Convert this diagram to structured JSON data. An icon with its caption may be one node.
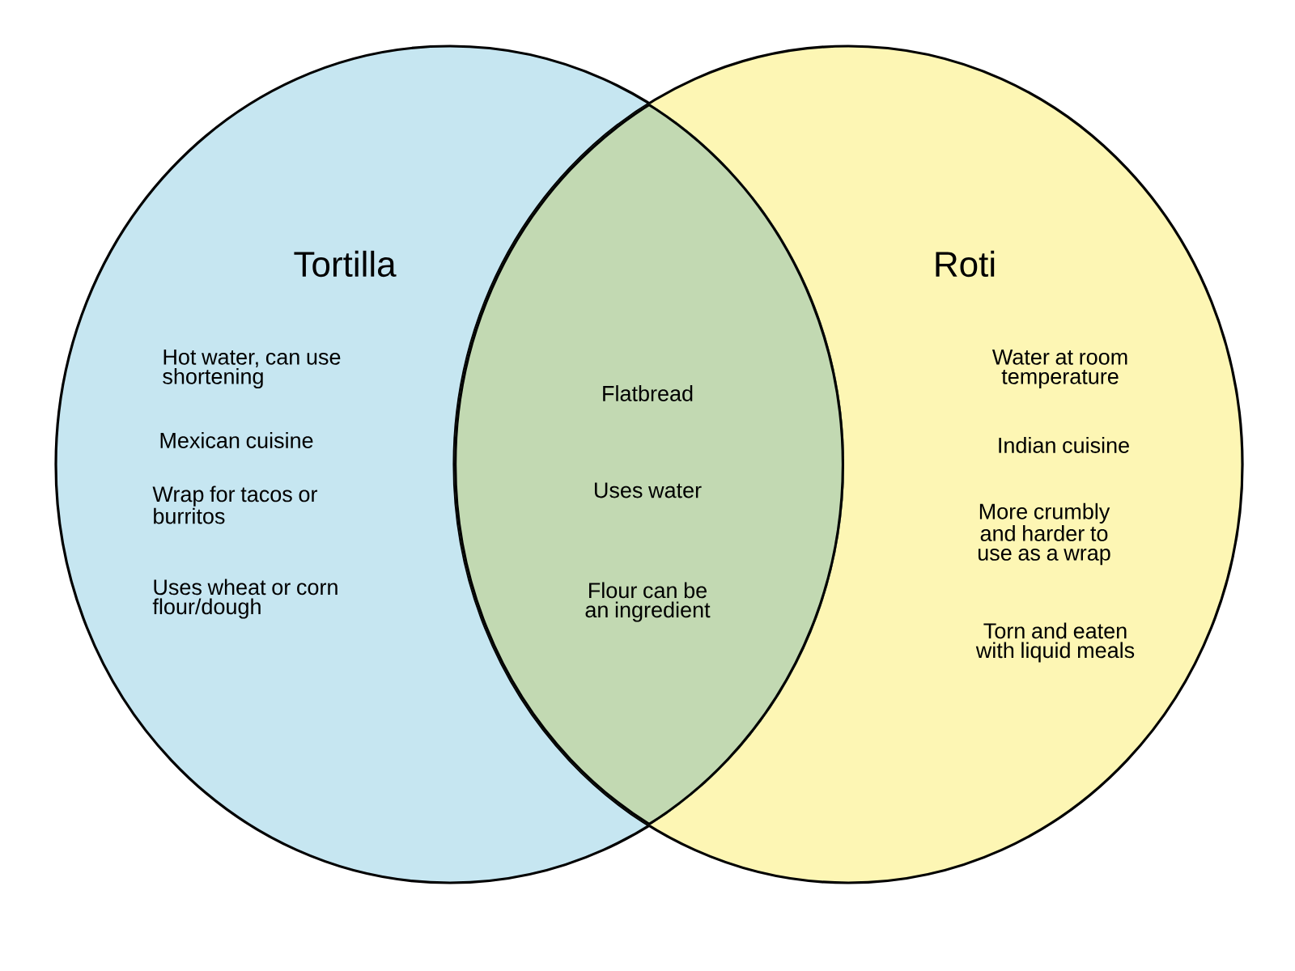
{
  "diagram": {
    "nodes": [
      {
        "text": [
          "Tortilla",
          "Hot water, can use shortening",
          "Mexican cuisine",
          "Wrap for tacos or burritos",
          "Uses wheat or corn flour/dough"
        ]
      },
      {
        "text": [
          "Flatbread",
          "Uses water",
          "Flour can be an ingredient"
        ]
      },
      {
        "text": [
          "Roti",
          "Water at room temperature",
          "Indian cuisine",
          "More crumbly and harder to use as a wrap",
          "Torn and eaten with liquid meals"
        ]
      }
    ],
    "edges": []
  }
}
